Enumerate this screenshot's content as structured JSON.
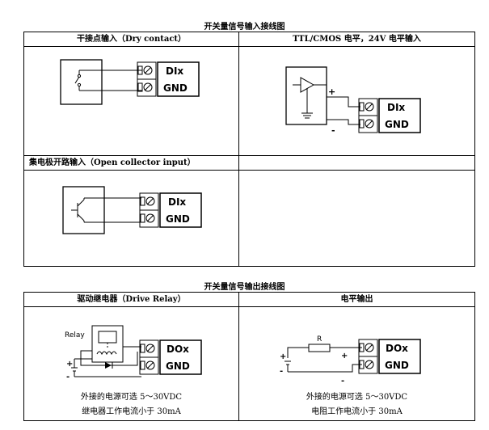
{
  "input_section": {
    "title": "开关量信号输入接线图",
    "cells": [
      {
        "header": "干接点输入（Dry contact）",
        "terminal_a": "DIx",
        "terminal_b": "GND"
      },
      {
        "header": "TTL/CMOS 电平，24V 电平输入",
        "terminal_a": "DIx",
        "terminal_b": "GND",
        "plus": "+",
        "minus": "-"
      },
      {
        "header": "集电极开路输入（Open collector input）",
        "terminal_a": "DIx",
        "terminal_b": "GND"
      },
      {
        "header": ""
      }
    ]
  },
  "output_section": {
    "title": "开关量信号输出接线图",
    "cells": [
      {
        "header": "驱动继电器（Drive Relay）",
        "relay_label": "Relay",
        "terminal_a": "DOx",
        "terminal_b": "GND",
        "plus": "+",
        "minus": "-",
        "note_line1": "外接的电源可选 5～30VDC",
        "note_line2": "继电器工作电流小于 30mA"
      },
      {
        "header": "电平输出",
        "resistor_label": "R",
        "terminal_a": "DOx",
        "terminal_b": "GND",
        "plus": "+",
        "minus": "-",
        "note_line1": "外接的电源可选 5～30VDC",
        "note_line2": "电阻工作电流小于 30mA"
      }
    ]
  }
}
